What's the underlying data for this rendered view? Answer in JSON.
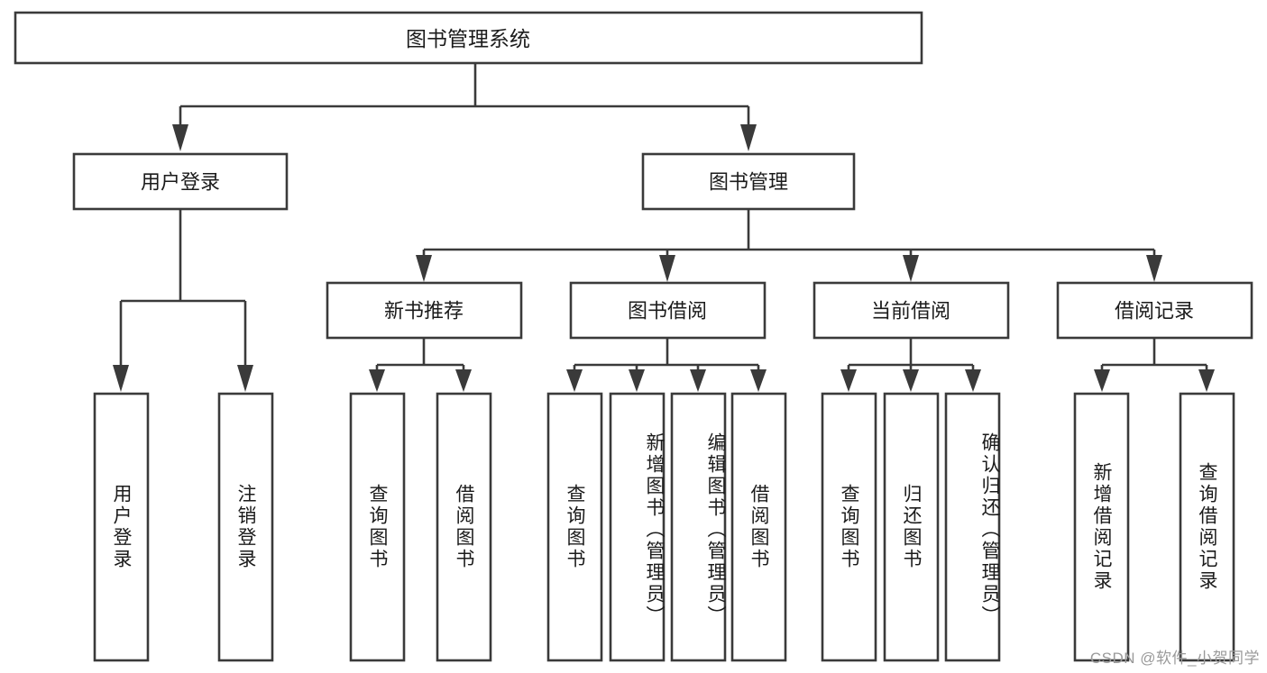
{
  "diagram": {
    "type": "tree-hierarchy-chart",
    "title": "图书管理系统",
    "root": {
      "label": "图书管理系统",
      "id": "root"
    },
    "level1": [
      {
        "id": "user-login",
        "label": "用户登录"
      },
      {
        "id": "book-management",
        "label": "图书管理"
      }
    ],
    "level2": [
      {
        "id": "new-book-recommend",
        "label": "新书推荐",
        "parent": "book-management"
      },
      {
        "id": "book-borrow",
        "label": "图书借阅",
        "parent": "book-management"
      },
      {
        "id": "current-borrow",
        "label": "当前借阅",
        "parent": "book-management"
      },
      {
        "id": "borrow-record",
        "label": "借阅记录",
        "parent": "book-management"
      }
    ],
    "leaves": {
      "user-login": [
        {
          "id": "leaf-user-login",
          "label": "用户登录"
        },
        {
          "id": "leaf-logout-login",
          "label": "注销登录"
        }
      ],
      "new-book-recommend": [
        {
          "id": "leaf-query-book-1",
          "label": "查询图书"
        },
        {
          "id": "leaf-borrow-book-1",
          "label": "借阅图书"
        }
      ],
      "book-borrow": [
        {
          "id": "leaf-query-book-2",
          "label": "查询图书"
        },
        {
          "id": "leaf-add-book",
          "label": "新增图书（管理员）"
        },
        {
          "id": "leaf-edit-book",
          "label": "编辑图书（管理员）"
        },
        {
          "id": "leaf-borrow-book-2",
          "label": "借阅图书"
        }
      ],
      "current-borrow": [
        {
          "id": "leaf-query-book-3",
          "label": "查询图书"
        },
        {
          "id": "leaf-return-book",
          "label": "归还图书"
        },
        {
          "id": "leaf-confirm-return",
          "label": "确认归还（管理员）"
        }
      ],
      "borrow-record": [
        {
          "id": "leaf-add-record",
          "label": "新增借阅记录"
        },
        {
          "id": "leaf-query-record",
          "label": "查询借阅记录"
        }
      ]
    },
    "colors": {
      "background": "#ffffff",
      "box_fill": "#ffffff",
      "box_stroke": "#3a3a3a",
      "text": "#1b1b1b",
      "watermark": "#9a9a9a"
    }
  },
  "watermark": {
    "text": "CSDN @软件_小贺同学"
  }
}
